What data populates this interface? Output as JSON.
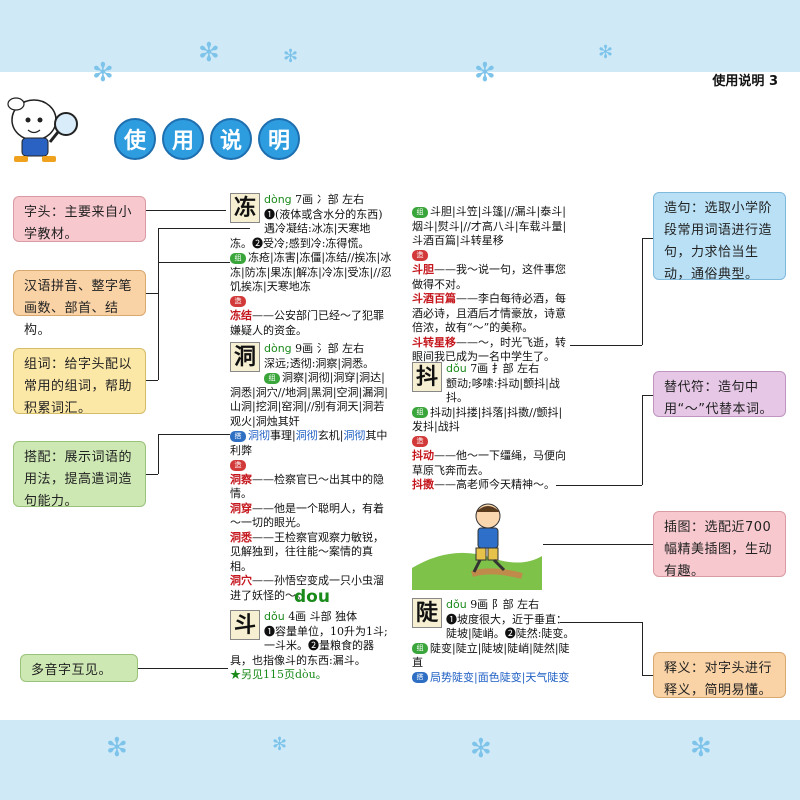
{
  "header": {
    "page_label": "使用说明  3"
  },
  "title": [
    "使",
    "用",
    "说",
    "明"
  ],
  "notes": {
    "zitou": "字头：主要来自小学教材。",
    "pinyin": "汉语拼音、整字笔画数、部首、结构。",
    "zuci": "组词：给字头配以常用的组词，帮助积累词汇。",
    "dapei": "搭配：展示词语的用法，提高遣词造句能力。",
    "duoyin": "多音字互见。",
    "zaoju": "造句：选取小学阶段常用词语进行造句，力求恰当生动，通俗典型。",
    "tidai": "替代符：造句中用“～”代替本词。",
    "chatu": "插图：选配近700幅精美插图，生动有趣。",
    "shiyi": "释义：对字头进行释义，简明易懂。"
  },
  "entries": {
    "dong": {
      "char": "冻",
      "py": "dòng",
      "meta": "7画  冫部  左右",
      "def": "❶(液体或含水分的东西)遇冷凝结:冰冻|天寒地冻。❷受冷;感到冷:冻得慌。",
      "zuci": "冻疮|冻害|冻僵|冻结//挨冻|冰冻|防冻|果冻|解冻|冷冻|受冻|//忍饥挨冻|天寒地冻",
      "ex_word": "冻结",
      "ex_text": "——公安部门已经～了犯罪嫌疑人的资金。"
    },
    "dong2": {
      "char": "洞",
      "py": "dòng",
      "meta": "9画  氵部  左右",
      "def": "深远;透彻:洞察|洞悉。",
      "zuci": "洞察|洞彻|洞穿|洞达|洞悉|洞穴//地洞|黑洞|空洞|漏洞|山洞|挖洞|窑洞|//别有洞天|洞若观火|洞烛其奸",
      "dapei_1": "洞彻",
      "dapei_1b": "事理",
      "dapei_2": "洞彻",
      "dapei_2b": "玄机",
      "dapei_3": "洞彻",
      "dapei_3b": "其中利弊",
      "ex": [
        {
          "w": "洞察",
          "t": "——检察官已～出其中的隐情。"
        },
        {
          "w": "洞穿",
          "t": "——他是一个聪明人，有着～一切的眼光。"
        },
        {
          "w": "洞悉",
          "t": "——王检察官观察力敏锐，见解独到，往往能～案情的真相。"
        },
        {
          "w": "洞穴",
          "t": "——孙悟空变成一只小虫溜进了妖怪的～。"
        }
      ]
    },
    "section_py": "dou",
    "dou": {
      "char": "斗",
      "py": "dǒu",
      "meta": "4画  斗部  独体",
      "def": "❶容量单位，10升为1斗;一斗米。❷量粮食的器具，也指像斗的东西:漏斗。",
      "see": "★另见115页dòu。"
    },
    "dou_cont": {
      "zuci": "斗胆|斗笠|斗篷|//漏斗|泰斗|烟斗|熨斗|//才高八斗|车载斗量|斗酒百篇|斗转星移",
      "ex": [
        {
          "w": "斗胆",
          "t": "——我～说一句，这件事您做得不对。"
        },
        {
          "w": "斗酒百篇",
          "t": "——李白每待必酒，每酒必诗，且酒后才情豪放，诗意倍浓，故有“～”的美称。"
        },
        {
          "w": "斗转星移",
          "t": "——～，时光飞逝，转眼间我已成为一名中学生了。"
        }
      ]
    },
    "dou2": {
      "char": "抖",
      "py": "dǒu",
      "meta": "7画  扌部  左右",
      "def": "颤动;哆嗦:抖动|颤抖|战抖。",
      "zuci": "抖动|抖搂|抖落|抖擞//颤抖|发抖|战抖",
      "ex": [
        {
          "w": "抖动",
          "t": "——他～一下缰绳，马便向草原飞奔而去。"
        },
        {
          "w": "抖擞",
          "t": "——高老师今天精神～。"
        }
      ]
    },
    "dou3": {
      "char": "陡",
      "py": "dǒu",
      "meta": "9画  阝部  左右",
      "def": "❶坡度很大，近于垂直：陡坡|陡峭。❷陡然:陡变。",
      "zuci": "陡变|陡立|陡坡|陡峭|陡然|陡直",
      "dapei": "局势陡变|面色陡变|天气陡变"
    }
  }
}
